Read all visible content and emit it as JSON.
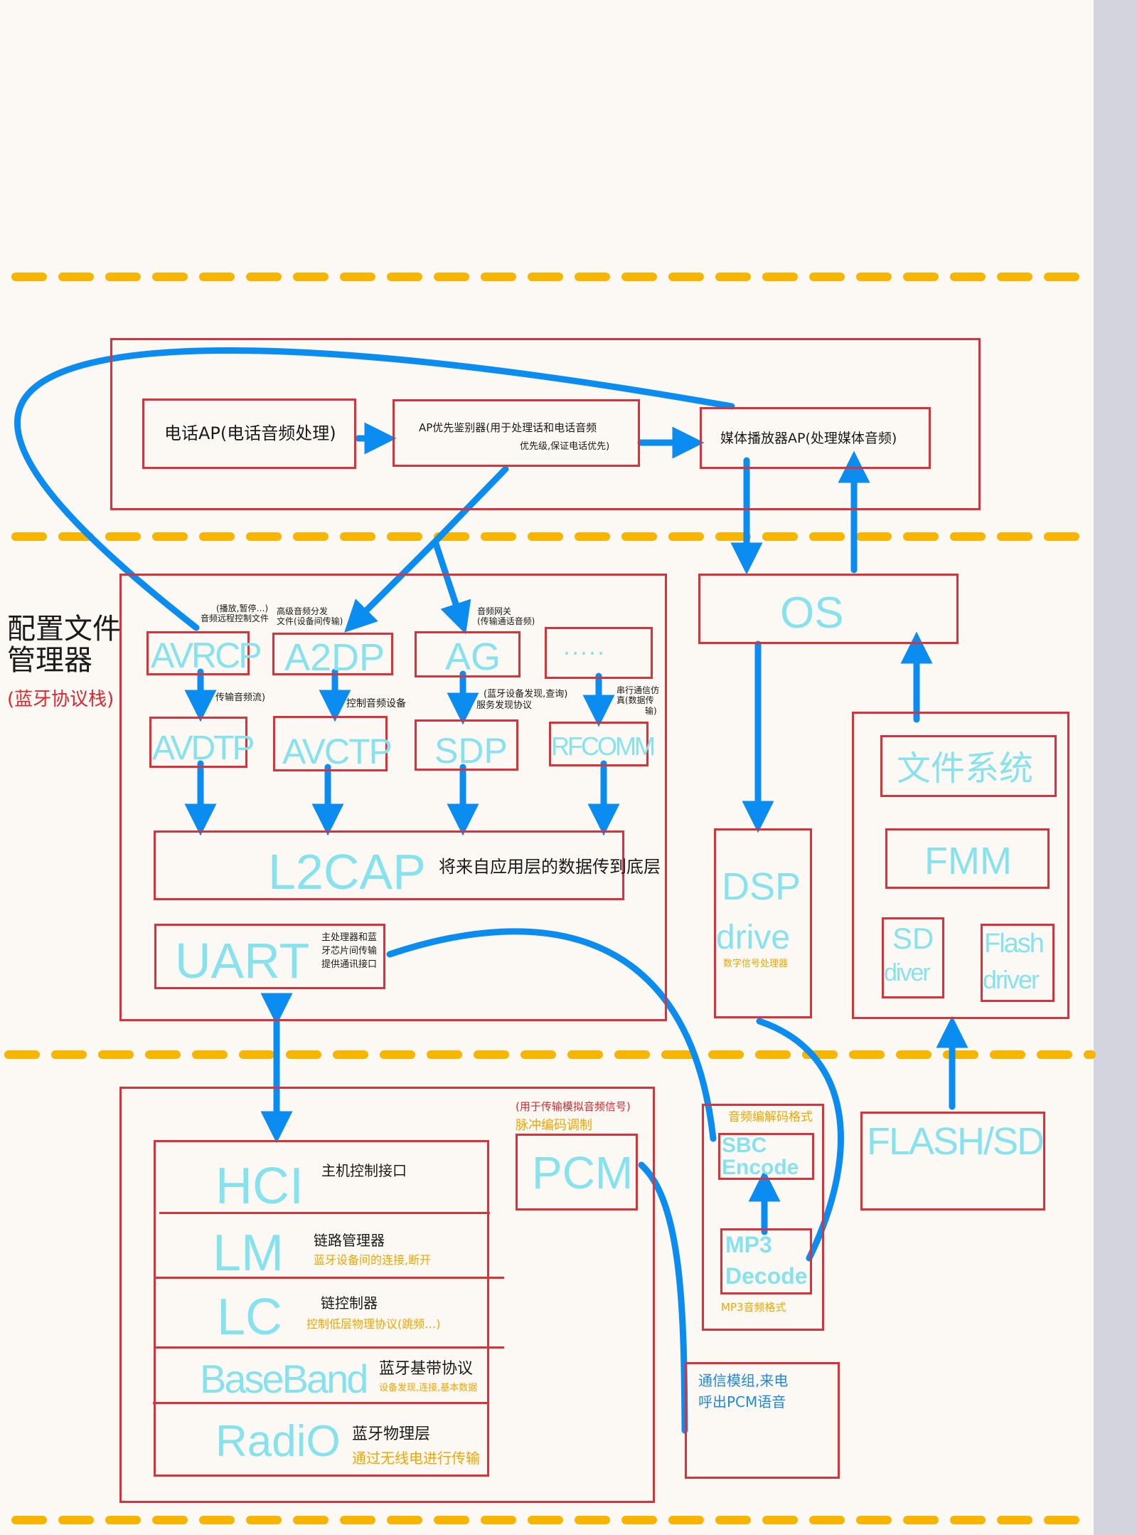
{
  "colors": {
    "background": "#fcf9f4",
    "box_border": "#d9323a",
    "arrow": "#0a8cf0",
    "layer_divider": "#f7b500",
    "module_label": "#86e3ee",
    "note_orange": "#f0a500",
    "note_red": "#e0262e"
  },
  "app_layer": {
    "phone_ap": "电话AP(电话音频处理)",
    "priority_arbiter": "AP优先鉴别器(用于处理话和电话音频",
    "priority_arbiter_line2": "优先级,保证电话优先)",
    "media_player_ap": "媒体播放器AP(处理媒体音频)"
  },
  "side_label": {
    "title": "配置文件管理器",
    "subtitle": "(蓝牙协议栈)"
  },
  "profiles": {
    "avrcp": "AVRCP",
    "avrcp_note_1": "(播放,暂停…)",
    "avrcp_note_2": "音频远程控制文件",
    "a2dp": "A2DP",
    "a2dp_note_1": "高级音频分发",
    "a2dp_note_2": "文件(设备间传输)",
    "ag": "AG",
    "ag_note_1": "音频网关",
    "ag_note_2": "(传输通话音频)",
    "more": "·····",
    "avdtp": "AVDTP",
    "avdtp_note": "传输音频流)",
    "avctp": "AVCTP",
    "avctp_note": "控制音频设备",
    "sdp": "SDP",
    "sdp_note_1": "(蓝牙设备发现,查询)",
    "sdp_note_2": "服务发现协议",
    "rfcomm": "RFCOMM",
    "rfcomm_note_1": "串行通信仿",
    "rfcomm_note_2": "真(数据传",
    "rfcomm_note_3": "输)",
    "l2cap": "L2CAP",
    "l2cap_note": "将来自应用层的数据传到底层",
    "uart": "UART",
    "uart_note_1": "主处理器和蓝",
    "uart_note_2": "牙芯片间传输",
    "uart_note_3": "提供通讯接口"
  },
  "system": {
    "os": "OS",
    "dsp": "DSP",
    "dsp_drive": "drive",
    "dsp_note": "数字信号处理器",
    "file_system": "文件系统",
    "fmm": "FMM",
    "sd_1": "SD",
    "sd_2": "diver",
    "flash_1": "Flash",
    "flash_2": "driver",
    "flash_sd": "FLASH/SD"
  },
  "controller": {
    "hci": "HCI",
    "hci_note": "主机控制接口",
    "lm": "LM",
    "lm_note": "链路管理器",
    "lm_note_2": "蓝牙设备间的连接,断开",
    "lc": "LC",
    "lc_note": "链控制器",
    "lc_note_2": "控制低层物理协议(跳频…)",
    "baseband": "BaseBand",
    "baseband_note": "蓝牙基带协议",
    "baseband_note_2": "设备发现,连接,基本数据",
    "radio": "RadiO",
    "radio_note": "蓝牙物理层",
    "radio_note_2": "通过无线电进行传输",
    "pcm": "PCM",
    "pcm_note_red": "(用于传输模拟音频信号)",
    "pcm_note": "脉冲编码调制",
    "codec_note": "音频编解码格式",
    "sbc_1": "SBC",
    "sbc_2": "Encode",
    "mp3_1": "MP3",
    "mp3_2": "Decode",
    "mp3_note": "MP3音频格式",
    "comm_note_1": "通信模组,来电",
    "comm_note_2": "呼出PCM语音"
  }
}
